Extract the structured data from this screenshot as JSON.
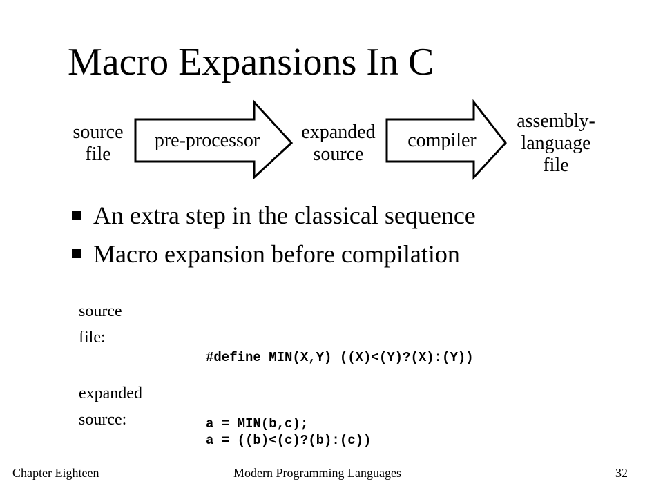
{
  "slide": {
    "title": "Macro Expansions In C",
    "pipeline": {
      "source_line1": "source",
      "source_line2": "file",
      "step1_label": "pre-processor",
      "middle_line1": "expanded",
      "middle_line2": "source",
      "step2_label": "compiler",
      "output_line1": "assembly-",
      "output_line2": "language",
      "output_line3": "file"
    },
    "bullets": [
      "An extra step in the classical sequence",
      "Macro expansion before compilation"
    ],
    "example": {
      "source_label_line1": "source",
      "source_label_line2": "file:",
      "source_code_line1": "#define MIN(X,Y) ((X)<(Y)?(X):(Y))",
      "source_code_line2": "a = MIN(b,c);",
      "expanded_label_line1": "expanded",
      "expanded_label_line2": "source:",
      "expanded_code": "a = ((b)<(c)?(b):(c))"
    },
    "footer": {
      "left": "Chapter Eighteen",
      "center": "Modern Programming Languages",
      "page": "32"
    }
  }
}
